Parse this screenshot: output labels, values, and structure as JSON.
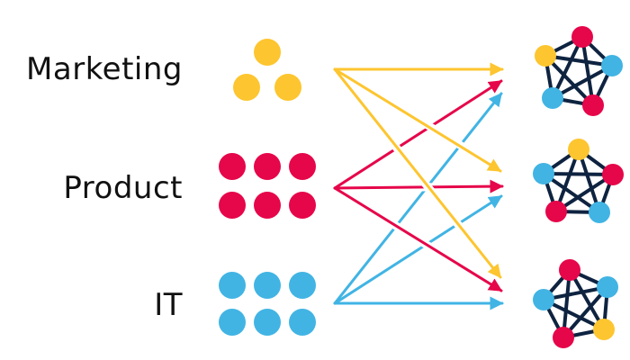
{
  "colors": {
    "marketing": "#FDC52F",
    "product": "#E6064A",
    "it": "#41B4E4",
    "network_edge": "#0E2340",
    "text": "#111111",
    "background": "#FFFFFF"
  },
  "groups": [
    {
      "id": "marketing",
      "label": "Marketing",
      "member_count": 3,
      "color": "#FDC52F"
    },
    {
      "id": "product",
      "label": "Product",
      "member_count": 6,
      "color": "#E6064A"
    },
    {
      "id": "it",
      "label": "IT",
      "member_count": 6,
      "color": "#41B4E4"
    }
  ],
  "teams": [
    {
      "id": "team-1",
      "nodes": [
        "product",
        "marketing",
        "it",
        "product",
        "it"
      ]
    },
    {
      "id": "team-2",
      "nodes": [
        "marketing",
        "product",
        "it",
        "product",
        "it"
      ]
    },
    {
      "id": "team-3",
      "nodes": [
        "product",
        "it",
        "marketing",
        "product",
        "it"
      ]
    }
  ],
  "connections": [
    {
      "from": "marketing",
      "to": "team-1"
    },
    {
      "from": "marketing",
      "to": "team-2"
    },
    {
      "from": "marketing",
      "to": "team-3"
    },
    {
      "from": "product",
      "to": "team-1"
    },
    {
      "from": "product",
      "to": "team-2"
    },
    {
      "from": "product",
      "to": "team-3"
    },
    {
      "from": "it",
      "to": "team-1"
    },
    {
      "from": "it",
      "to": "team-2"
    },
    {
      "from": "it",
      "to": "team-3"
    }
  ]
}
